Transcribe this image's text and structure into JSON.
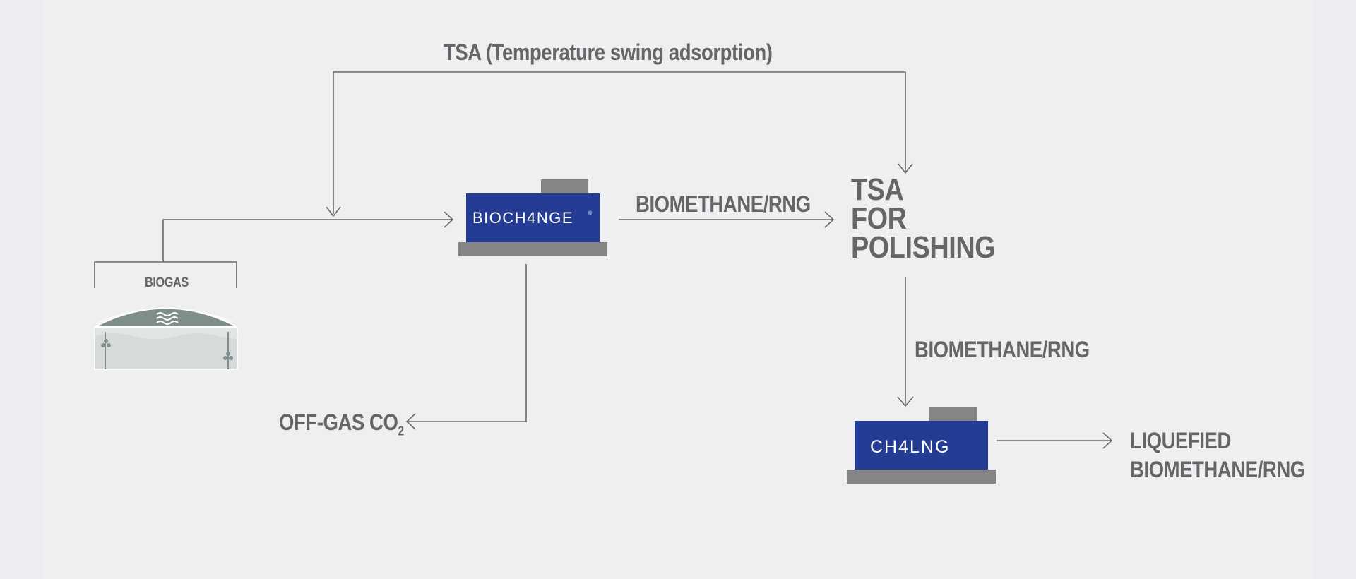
{
  "diagram": {
    "tsa_loop_label": "TSA (Temperature swing adsorption)",
    "biogas_label": "BIOGAS",
    "biochange_logo": "BIOCH4NGE",
    "biochange_reg_mark": "®",
    "biomethane_label_1": "BIOMETHANE/RNG",
    "tsa_polishing_lines": [
      "TSA",
      "FOR",
      "POLISHING"
    ],
    "biomethane_label_2": "BIOMETHANE/RNG",
    "ch4lng_logo": "CH4LNG",
    "offgas_label": "OFF-GAS CO",
    "offgas_subscript": "2",
    "liquefied_lines": [
      "LIQUEFIED",
      "BIOMETHANE/RNG"
    ]
  },
  "colors": {
    "background": "#efeff1",
    "text": "#666669",
    "line": "#6a6a6d",
    "unit_blue": "#253c94",
    "unit_grey": "#858587",
    "digester_roof": "#7f8d8b",
    "digester_body": "#d6dadb"
  },
  "icons": [
    "digester-icon",
    "waves-icon",
    "fan-icon"
  ]
}
